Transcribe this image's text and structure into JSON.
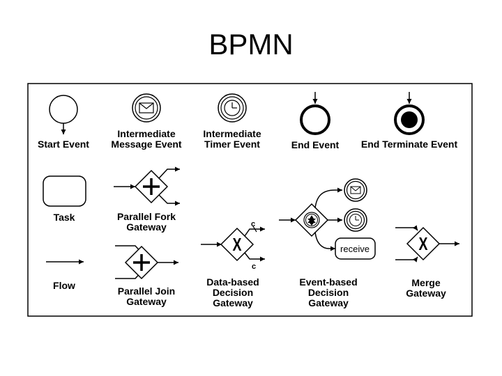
{
  "title": "BPMN",
  "labels": {
    "start_event": "Start Event",
    "intermediate_message_event": [
      "Intermediate",
      "Message Event"
    ],
    "intermediate_timer_event": [
      "Intermediate",
      "Timer Event"
    ],
    "end_event": "End Event",
    "end_terminate_event": "End Terminate Event",
    "task": "Task",
    "parallel_fork_gateway": [
      "Parallel Fork",
      "Gateway"
    ],
    "flow": "Flow",
    "parallel_join_gateway": [
      "Parallel Join",
      "Gateway"
    ],
    "data_based_decision_gateway": [
      "Data-based",
      "Decision",
      "Gateway"
    ],
    "event_based_decision_gateway": [
      "Event-based",
      "Decision",
      "Gateway"
    ],
    "merge_gateway": [
      "Merge",
      "Gateway"
    ]
  },
  "annotations": {
    "condition_upper": "c",
    "condition_lower": "c",
    "receive_task": "receive"
  }
}
